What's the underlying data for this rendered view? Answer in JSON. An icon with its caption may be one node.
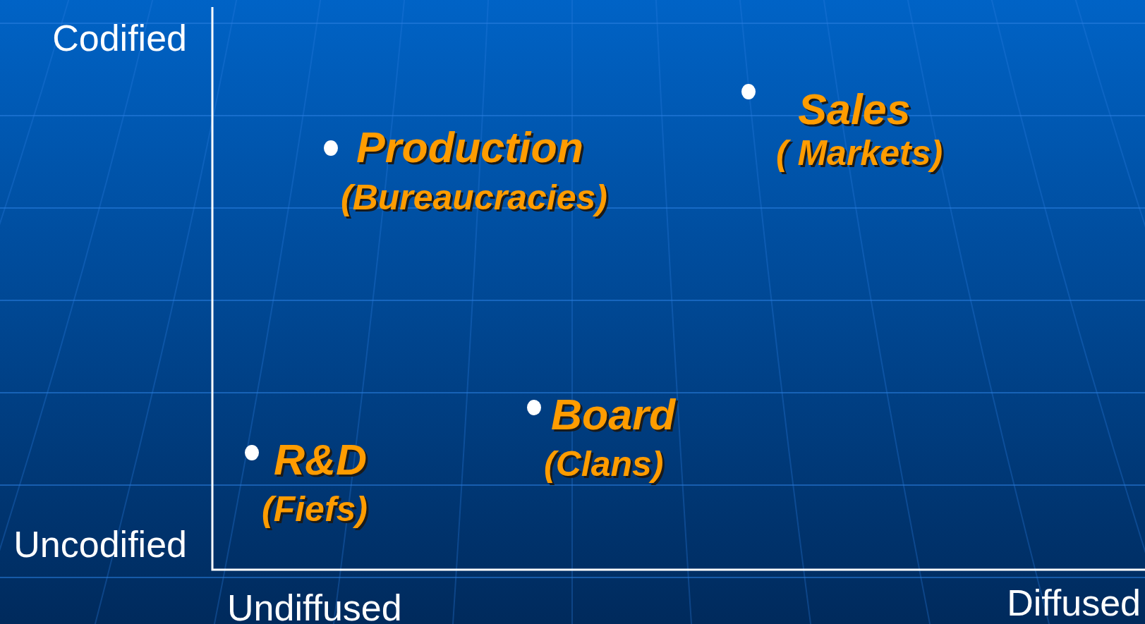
{
  "diagram": {
    "labels": [
      "Codified",
      "Sales",
      "( Markets)",
      "Production",
      "(Bureaucracies)",
      "Board",
      "(Clans)",
      "R&D",
      "(Fiefs)",
      "Uncodified",
      "Undiffused",
      "Diffused"
    ]
  }
}
